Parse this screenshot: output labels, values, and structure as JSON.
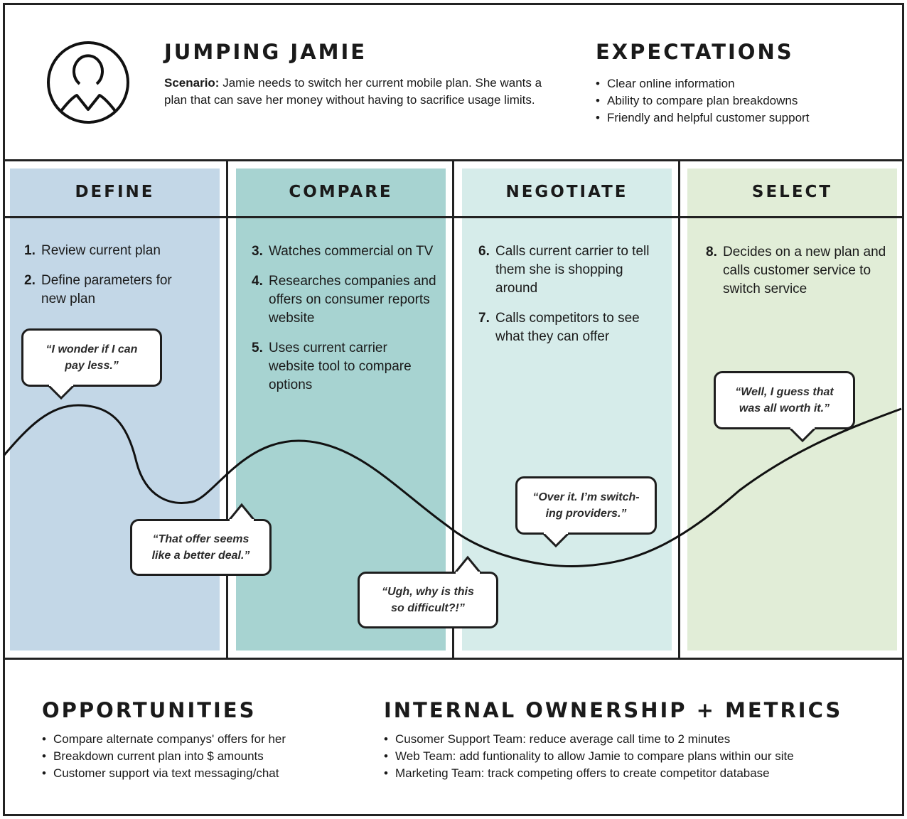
{
  "persona": {
    "name": "JUMPING JAMIE",
    "avatar_icon": "user-circle-icon",
    "scenario_label": "Scenario:",
    "scenario_text": " Jamie needs to switch her current mobile plan. She wants a plan that can save her money without having to sacrifice usage limits."
  },
  "expectations": {
    "title": "EXPECTATIONS",
    "items": [
      "Clear online information",
      "Ability to compare plan breakdowns",
      "Friendly and helpful customer support"
    ]
  },
  "stages": [
    {
      "title": "DEFINE",
      "color": "#c3d7e7",
      "steps": [
        {
          "num": "1.",
          "text": "Review current plan"
        },
        {
          "num": "2.",
          "text": "Define parameters for new plan"
        }
      ]
    },
    {
      "title": "COMPARE",
      "color": "#a7d3d1",
      "steps": [
        {
          "num": "3.",
          "text": "Watches commercial on TV"
        },
        {
          "num": "4.",
          "text": "Researches companies and offers on consumer reports website"
        },
        {
          "num": "5.",
          "text": "Uses current carrier website tool to compare options"
        }
      ]
    },
    {
      "title": "NEGOTIATE",
      "color": "#d6ecea",
      "steps": [
        {
          "num": "6.",
          "text": "Calls current carrier to tell them she is shopping around"
        },
        {
          "num": "7.",
          "text": "Calls competitors to see what they can offer"
        }
      ]
    },
    {
      "title": "SELECT",
      "color": "#e1edd7",
      "steps": [
        {
          "num": "8.",
          "text": "Decides on a new plan and calls customer service to switch service"
        }
      ]
    }
  ],
  "quotes": [
    {
      "line1": "“I wonder if I can",
      "line2": "pay less.”"
    },
    {
      "line1": "“That offer seems",
      "line2": "like a better deal.”"
    },
    {
      "line1": "“Ugh, why is this",
      "line2": "so difficult?!”"
    },
    {
      "line1": "“Over it. I’m switch-",
      "line2": "ing providers.”"
    },
    {
      "line1": "“Well, I guess that",
      "line2": "was all worth it.”"
    }
  ],
  "emotion_curve": {
    "description": "Emotional journey line: high at start of Define, dips at end of Define, rises mid-Compare, falls to lowest in Negotiate, climbs steadily through Select",
    "sentiment": [
      0.55,
      0.75,
      0.3,
      0.65,
      0.35,
      0.2,
      0.3,
      0.7
    ]
  },
  "opportunities": {
    "title": "OPPORTUNITIES",
    "items": [
      "Compare alternate companys' offers for her",
      "Breakdown current plan into $ amounts",
      "Customer support via text messaging/chat"
    ]
  },
  "ownership": {
    "title": "INTERNAL OWNERSHIP + METRICS",
    "items": [
      "Cusomer Support Team: reduce average call time to 2 minutes",
      "Web Team: add funtionality to allow Jamie to compare plans within our site",
      "Marketing Team: track competing offers to create competitor database"
    ]
  }
}
